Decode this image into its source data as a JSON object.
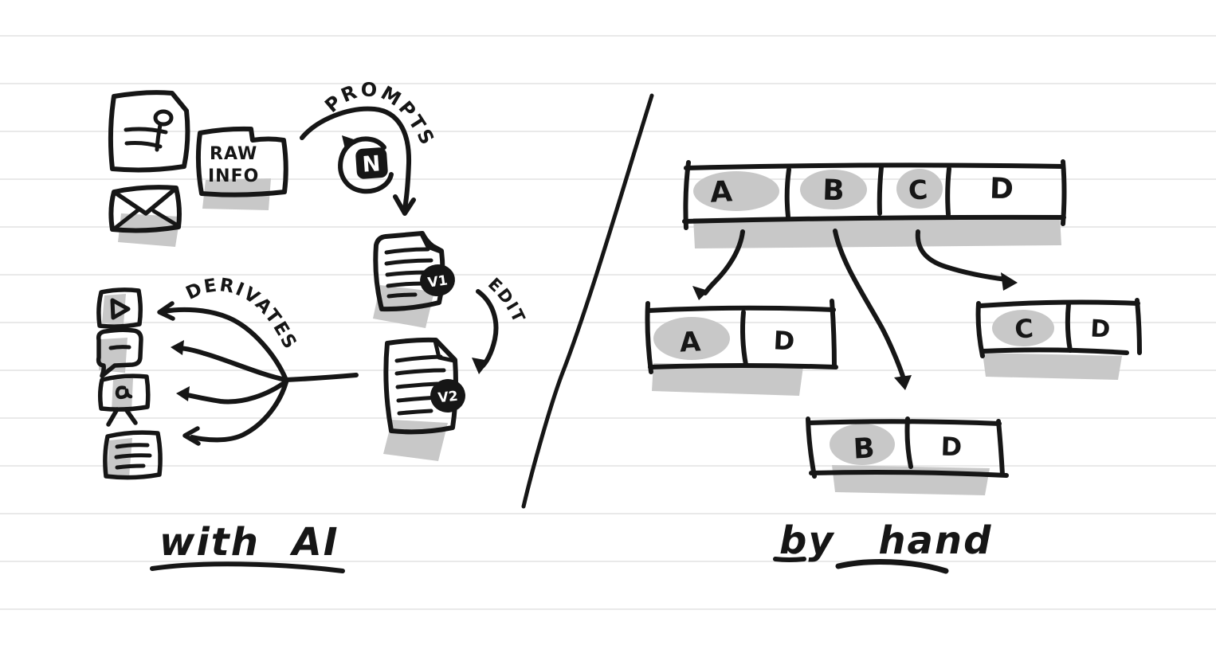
{
  "canvas": {
    "background_color": "#ffffff",
    "ruled_line_color": "#e9e9e9",
    "ink_color": "#161616",
    "highlight_color": "#c8c8c8",
    "badge_fill_color": "#161616",
    "badge_text_color": "#ffffff"
  },
  "with_ai_section": {
    "caption": "with AI",
    "raw_sources": {
      "icons": [
        "profile-document",
        "envelope"
      ],
      "folder_label_line1": "RAW",
      "folder_label_line2": "INFO"
    },
    "prompt_loop": {
      "arrow_label": "PROMPTS",
      "app_badge_letter": "N",
      "loop_icon": "refresh-loop"
    },
    "drafts": {
      "v1_badge": "V1",
      "edit_arrow_label": "EDIT",
      "v2_badge": "V2"
    },
    "derivates": {
      "arrow_label": "DERIVATES",
      "output_icons": [
        "video-player",
        "chat-bubble",
        "presentation-board",
        "note-document"
      ]
    }
  },
  "by_hand_section": {
    "caption": "by hand",
    "main_table": {
      "cells": [
        "A",
        "B",
        "C",
        "D"
      ],
      "highlighted_cells": [
        "A",
        "B",
        "C"
      ]
    },
    "sub_tables": [
      {
        "name": "table-a-d",
        "cells": [
          "A",
          "D"
        ],
        "highlighted_cells": [
          "A"
        ]
      },
      {
        "name": "table-c-d",
        "cells": [
          "C",
          "D"
        ],
        "highlighted_cells": [
          "C"
        ]
      },
      {
        "name": "table-b-d",
        "cells": [
          "B",
          "D"
        ],
        "highlighted_cells": [
          "B"
        ]
      }
    ]
  }
}
